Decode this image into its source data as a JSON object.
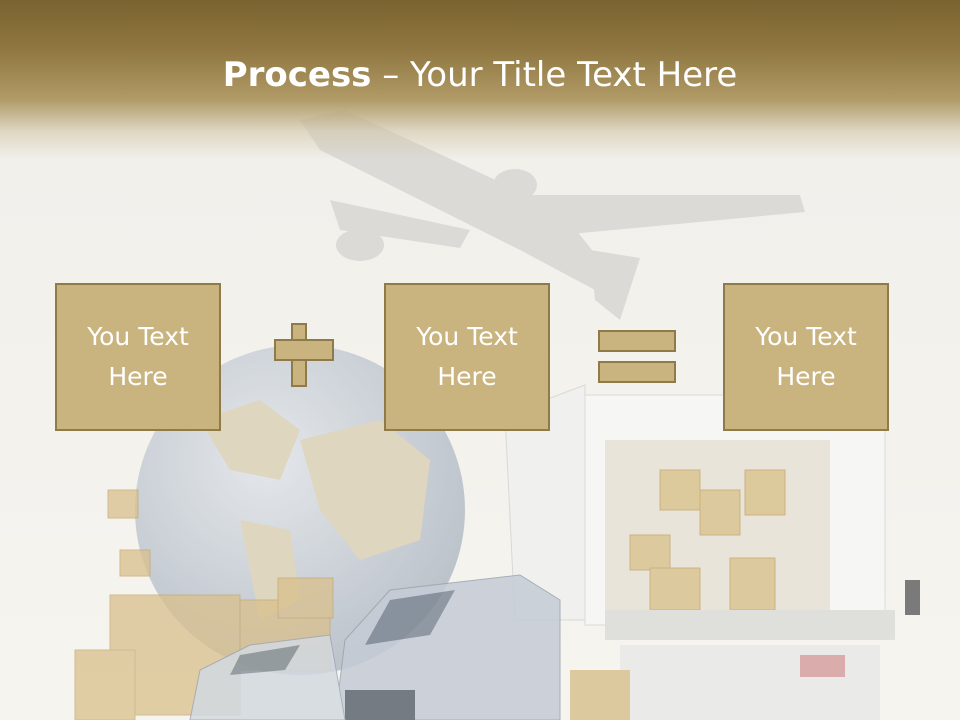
{
  "title": {
    "bold": "Process",
    "rest": " – Your Title Text Here"
  },
  "boxes": [
    {
      "text": "You Text\nHere"
    },
    {
      "text": "You Text\nHere"
    },
    {
      "text": "You Text\nHere"
    }
  ],
  "operators": [
    "plus-icon",
    "equals-icon"
  ],
  "colors": {
    "header": "#8f7640",
    "box_fill": "#c9b47f",
    "box_border": "#8f7a4a",
    "text": "#ffffff"
  }
}
